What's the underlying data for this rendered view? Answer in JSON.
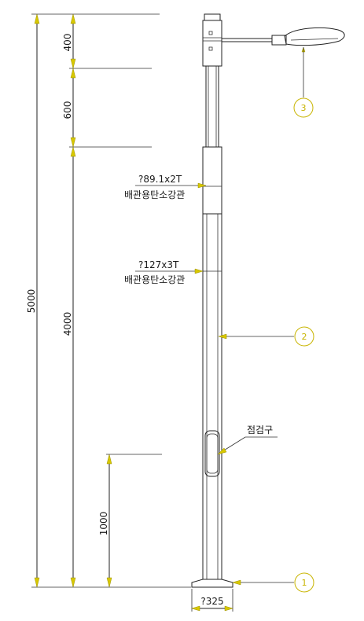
{
  "dimensions": {
    "overall": "5000",
    "top_segment": "400",
    "upper_segment": "600",
    "main_segment": "4000",
    "door_height": "1000",
    "base_width": "?325"
  },
  "callouts": {
    "pipe_upper_size": "?89.1x2T",
    "pipe_upper_material": "배관용탄소강관",
    "pipe_lower_size": "?127x3T",
    "pipe_lower_material": "배관용탄소강관",
    "inspection_door": "점검구"
  },
  "balloons": {
    "lamp": "3",
    "pole": "2",
    "base": "1"
  },
  "colors": {
    "arrow": "#d8c800",
    "balloon": "#c8b400",
    "line": "#222222"
  }
}
